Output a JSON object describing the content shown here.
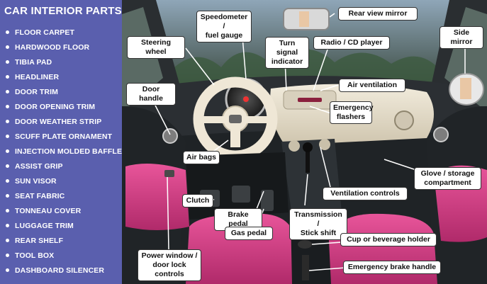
{
  "sidebar": {
    "title": "CAR INTERIOR PARTS",
    "items": [
      "FLOOR CARPET",
      "HARDWOOD FLOOR",
      "TIBIA PAD",
      "HEADLINER",
      "DOOR TRIM",
      "DOOR OPENING TRIM",
      "DOOR WEATHER STRIP",
      "SCUFF PLATE ORNAMENT",
      "INJECTION MOLDED BAFFLE",
      "ASSIST GRIP",
      "SUN VISOR",
      "SEAT FABRIC",
      "TONNEAU COVER",
      "LUGGAGE TRIM",
      "REAR SHELF",
      "TOOL BOX",
      "DASHBOARD SILENCER"
    ]
  },
  "labels": {
    "speedometer": "Speedometer /\nfuel gauge",
    "rear_view_mirror": "Rear view mirror",
    "steering_wheel": "Steering wheel",
    "turn_signal": "Turn signal\nindicator",
    "radio": "Radio / CD player",
    "side_mirror": "Side mirror",
    "door_handle": "Door handle",
    "air_ventilation": "Air ventilation",
    "emergency_flashers": "Emergency\nflashers",
    "air_bags": "Air bags",
    "glove_storage": "Glove / storage\ncompartment",
    "ventilation_controls": "Ventilation controls",
    "clutch": "Clutch",
    "brake_pedal": "Brake pedal",
    "transmission": "Transmission /\nStick shift",
    "gas_pedal": "Gas pedal",
    "cup_holder": "Cup or beverage holder",
    "power_window": "Power window /\ndoor lock controls",
    "emergency_brake": "Emergency brake handle"
  },
  "colors": {
    "sidebar": "#5a5fae",
    "seat": "#d93f86",
    "dashboard": "#ece4d2",
    "label_border": "#333333"
  }
}
